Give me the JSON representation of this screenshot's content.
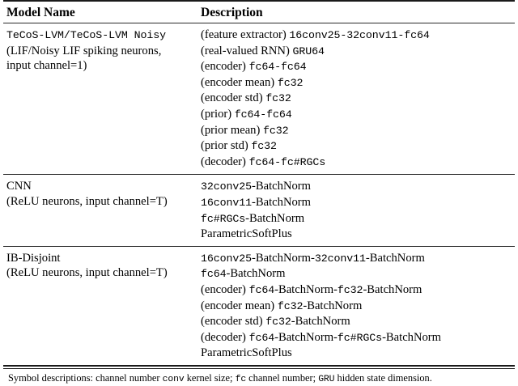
{
  "table": {
    "header": {
      "col1": "Model Name",
      "col2": "Description"
    },
    "rows": [
      {
        "name_lines": [
          [
            {
              "t": "TeCoS-LVM/TeCoS-LVM Noisy",
              "f": "mono"
            }
          ],
          [
            {
              "t": "(LIF/Noisy LIF spiking neurons,",
              "f": "serif"
            }
          ],
          [
            {
              "t": "input channel=1)",
              "f": "serif"
            }
          ]
        ],
        "desc_lines": [
          [
            {
              "t": "(feature extractor) ",
              "f": "serif"
            },
            {
              "t": "16conv25-32conv11-fc64",
              "f": "mono"
            }
          ],
          [
            {
              "t": "(real-valued RNN) ",
              "f": "serif"
            },
            {
              "t": "GRU64",
              "f": "mono"
            }
          ],
          [
            {
              "t": "(encoder) ",
              "f": "serif"
            },
            {
              "t": "fc64-fc64",
              "f": "mono"
            }
          ],
          [
            {
              "t": "(encoder mean) ",
              "f": "serif"
            },
            {
              "t": "fc32",
              "f": "mono"
            }
          ],
          [
            {
              "t": "(encoder std) ",
              "f": "serif"
            },
            {
              "t": "fc32",
              "f": "mono"
            }
          ],
          [
            {
              "t": "(prior) ",
              "f": "serif"
            },
            {
              "t": "fc64-fc64",
              "f": "mono"
            }
          ],
          [
            {
              "t": "(prior mean) ",
              "f": "serif"
            },
            {
              "t": "fc32",
              "f": "mono"
            }
          ],
          [
            {
              "t": "(prior std) ",
              "f": "serif"
            },
            {
              "t": "fc32",
              "f": "mono"
            }
          ],
          [
            {
              "t": "(decoder) ",
              "f": "serif"
            },
            {
              "t": "fc64-fc#RGCs",
              "f": "mono"
            }
          ]
        ]
      },
      {
        "name_lines": [
          [
            {
              "t": "CNN",
              "f": "serif"
            }
          ],
          [
            {
              "t": "(ReLU neurons, input channel=T)",
              "f": "serif"
            }
          ]
        ],
        "desc_lines": [
          [
            {
              "t": "32conv25",
              "f": "mono"
            },
            {
              "t": "-BatchNorm",
              "f": "serif"
            }
          ],
          [
            {
              "t": "16conv11",
              "f": "mono"
            },
            {
              "t": "-BatchNorm",
              "f": "serif"
            }
          ],
          [
            {
              "t": "fc#RGCs",
              "f": "mono"
            },
            {
              "t": "-BatchNorm",
              "f": "serif"
            }
          ],
          [
            {
              "t": "ParametricSoftPlus",
              "f": "serif"
            }
          ]
        ]
      },
      {
        "name_lines": [
          [
            {
              "t": "IB-Disjoint",
              "f": "serif"
            }
          ],
          [
            {
              "t": "(ReLU neurons, input channel=T)",
              "f": "serif"
            }
          ]
        ],
        "desc_lines": [
          [
            {
              "t": "16conv25",
              "f": "mono"
            },
            {
              "t": "-BatchNorm-",
              "f": "serif"
            },
            {
              "t": "32conv11",
              "f": "mono"
            },
            {
              "t": "-BatchNorm",
              "f": "serif"
            }
          ],
          [
            {
              "t": "fc64",
              "f": "mono"
            },
            {
              "t": "-BatchNorm",
              "f": "serif"
            }
          ],
          [
            {
              "t": "(encoder) ",
              "f": "serif"
            },
            {
              "t": "fc64",
              "f": "mono"
            },
            {
              "t": "-BatchNorm-",
              "f": "serif"
            },
            {
              "t": "fc32",
              "f": "mono"
            },
            {
              "t": "-BatchNorm",
              "f": "serif"
            }
          ],
          [
            {
              "t": "(encoder mean) ",
              "f": "serif"
            },
            {
              "t": "fc32",
              "f": "mono"
            },
            {
              "t": "-BatchNorm",
              "f": "serif"
            }
          ],
          [
            {
              "t": "(encoder std) ",
              "f": "serif"
            },
            {
              "t": "fc32",
              "f": "mono"
            },
            {
              "t": "-BatchNorm",
              "f": "serif"
            }
          ],
          [
            {
              "t": "(decoder) ",
              "f": "serif"
            },
            {
              "t": "fc64",
              "f": "mono"
            },
            {
              "t": "-BatchNorm-",
              "f": "serif"
            },
            {
              "t": "fc#RGCs",
              "f": "mono"
            },
            {
              "t": "-BatchNorm",
              "f": "serif"
            }
          ],
          [
            {
              "t": "ParametricSoftPlus",
              "f": "serif"
            }
          ]
        ]
      }
    ],
    "footnote": [
      {
        "t": "Symbol descriptions: channel number ",
        "f": "serif"
      },
      {
        "t": "conv",
        "f": "mono"
      },
      {
        "t": " kernel size; ",
        "f": "serif"
      },
      {
        "t": "fc",
        "f": "mono"
      },
      {
        "t": " channel number; ",
        "f": "serif"
      },
      {
        "t": "GRU",
        "f": "mono"
      },
      {
        "t": " hidden state dimension.",
        "f": "serif"
      }
    ]
  }
}
